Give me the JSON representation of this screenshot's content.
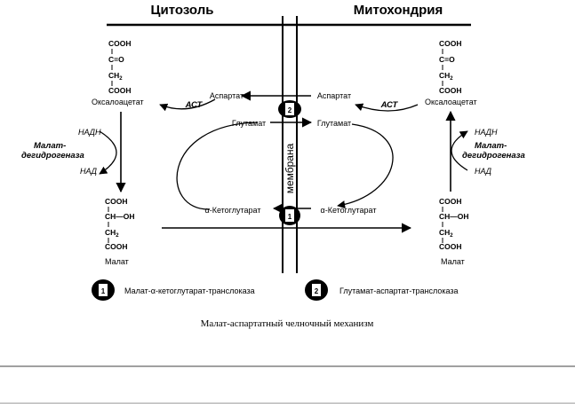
{
  "headers": {
    "cytosol": "Цитозоль",
    "mito": "Митохондрия"
  },
  "membrane": "мембрана",
  "oxaloacetate": {
    "l1": "COOH",
    "l2": "C=O",
    "l3": "CH",
    "l3sub": "2",
    "l4": "COOH",
    "name": "Оксалоацетат"
  },
  "malate": {
    "l1": "COOH",
    "l2": "CH—OH",
    "l3": "CH",
    "l3sub": "2",
    "l4": "COOH",
    "name": "Малат"
  },
  "aspartate": "Аспартат",
  "glutamate": "Глутамат",
  "alpha_kg": "α-Кетоглутарат",
  "ast": "АСТ",
  "nadh": "НАДН",
  "nad": "НАД",
  "mdh_l1": "Малат-",
  "mdh_l2": "дегидрогеназа",
  "badges": {
    "b1": "1",
    "b2": "2"
  },
  "legend": {
    "item1": "Малат-α-кетоглутарат-транслоказа",
    "item2": "Глутамат-аспартат-транслоказа"
  },
  "caption": "Малат-аспартатный челночный механизм"
}
